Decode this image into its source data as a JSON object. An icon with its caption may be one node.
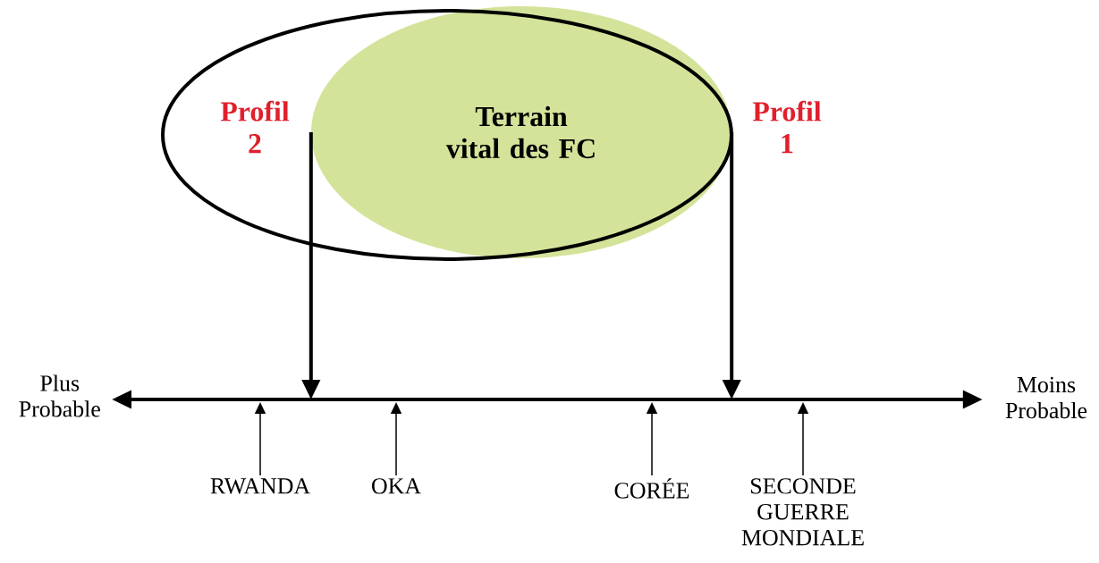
{
  "diagram": {
    "nodes": [
      {
        "text": [
          "Profil 2",
          "Profil 1"
        ]
      },
      {
        "text": [
          "Terrain vital des FC"
        ],
        "in": 0
      },
      {
        "text": [
          "Plus Probable"
        ]
      },
      {
        "text": [
          "Moins Probable"
        ]
      },
      {
        "text": [
          "RWANDA"
        ]
      },
      {
        "text": [
          "OKA"
        ]
      },
      {
        "text": [
          "CORÉE"
        ]
      },
      {
        "text": [
          "SECONDE GUERRE MONDIALE"
        ]
      }
    ],
    "edges": [
      {
        "from": 2,
        "to": 3,
        "arrow": "both",
        "style": "thick"
      },
      {
        "from": 1,
        "to": null,
        "arrow": "to",
        "style": "thick"
      },
      {
        "from": 1,
        "to": null,
        "arrow": "to",
        "style": "thick"
      },
      {
        "from": 4,
        "to": null,
        "arrow": "to"
      },
      {
        "from": 5,
        "to": null,
        "arrow": "to"
      },
      {
        "from": 6,
        "to": null,
        "arrow": "to"
      },
      {
        "from": 7,
        "to": null,
        "arrow": "to"
      }
    ]
  }
}
